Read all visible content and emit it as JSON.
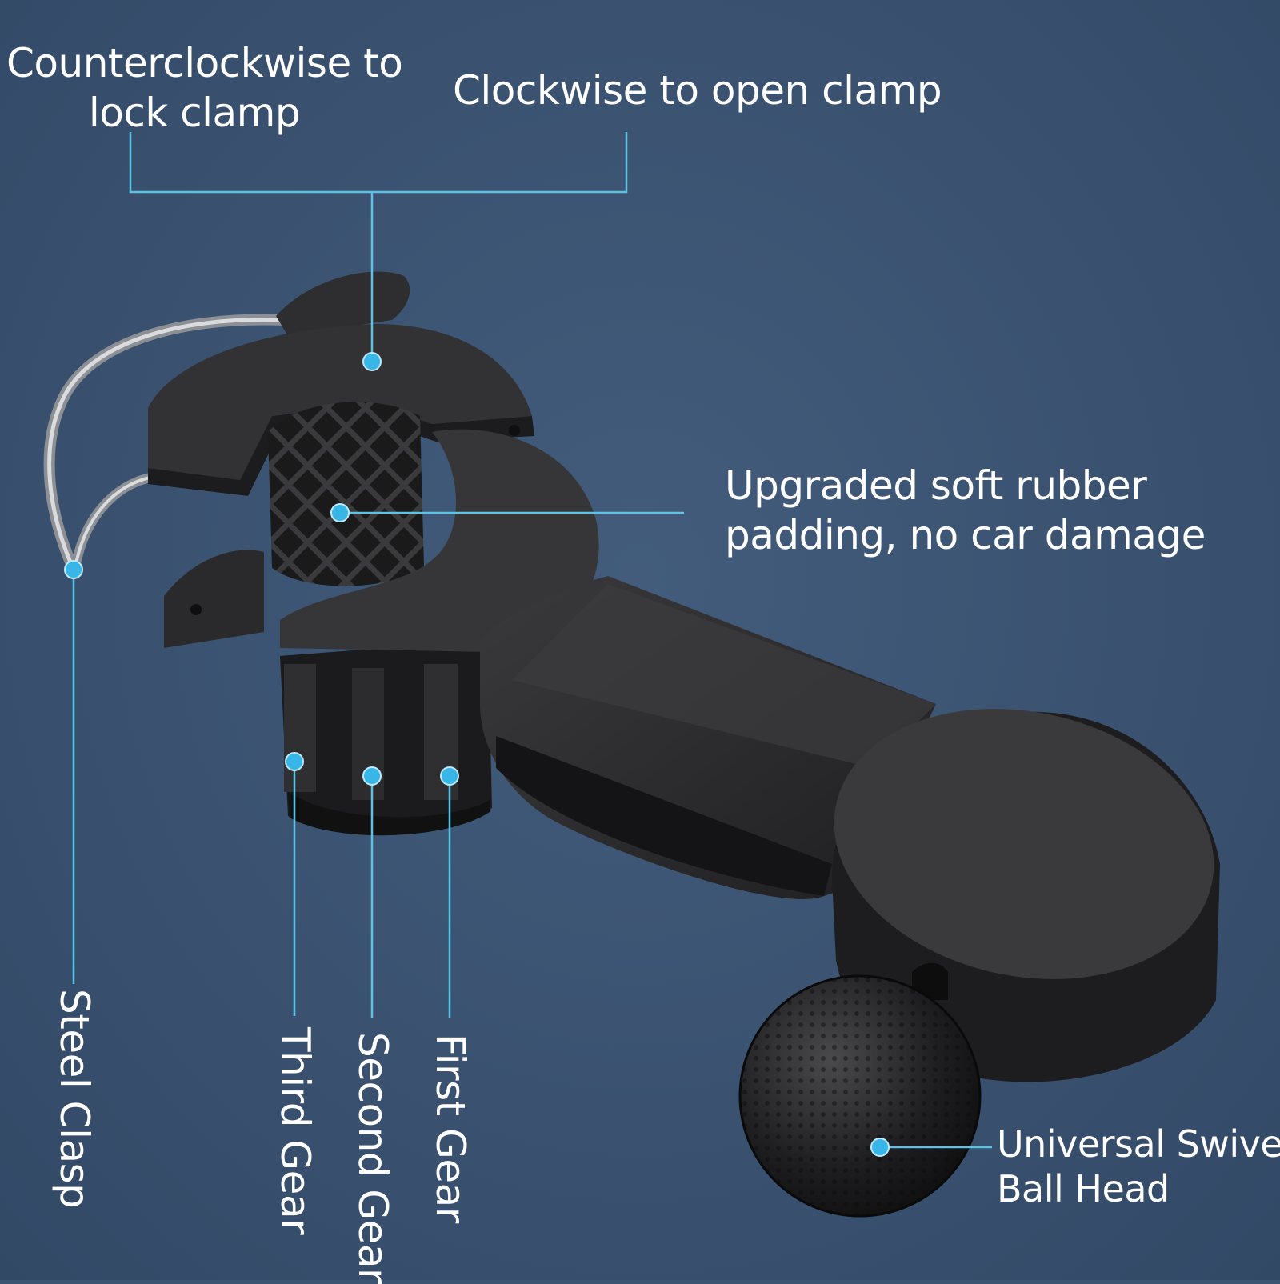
{
  "labels": {
    "counterclockwise_line1": "Counterclockwise to",
    "counterclockwise_line2": "lock clamp",
    "clockwise": "Clockwise to open clamp",
    "rubber_line1": "Upgraded soft rubber",
    "rubber_line2": "padding, no car damage",
    "ball_line1": "Universal Swivel",
    "ball_line2": "Ball Head",
    "steel_clasp": "Steel Clasp",
    "third_gear": "Third Gear",
    "second_gear": "Second Gear",
    "first_gear": "First Gear"
  },
  "colors": {
    "background": "#3b5472",
    "callout_line": "#5bc3e6",
    "callout_dot": "#39b6e8",
    "product_body": "#2b2b2d"
  }
}
